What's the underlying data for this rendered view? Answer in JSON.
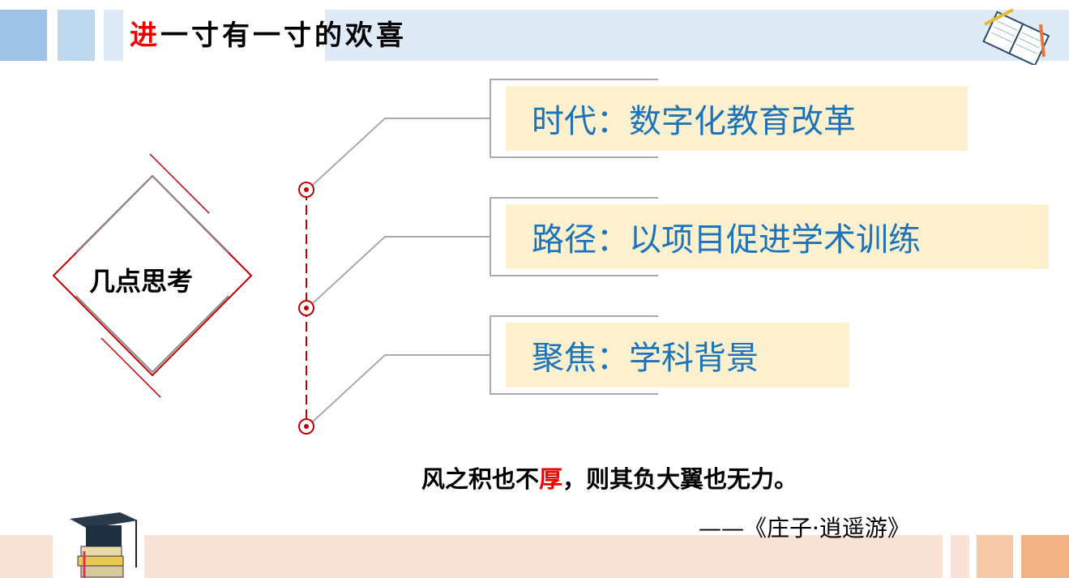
{
  "header": {
    "title_red": "进",
    "title_rest": "一寸有一寸的欢喜"
  },
  "diagram": {
    "center_label": "几点思考",
    "items": [
      {
        "label": "时代：数字化教育改革"
      },
      {
        "label": "路径：以项目促进学术训练"
      },
      {
        "label": "聚焦：学科背景"
      }
    ]
  },
  "quote": {
    "part1": "风之积也不",
    "highlight": "厚",
    "part2": "，则其负大翼也无力。",
    "source": "——《庄子·逍遥游》"
  },
  "colors": {
    "accent_red": "#c00000",
    "item_text": "#1b73b9",
    "item_bg": "#fdf0cf"
  }
}
